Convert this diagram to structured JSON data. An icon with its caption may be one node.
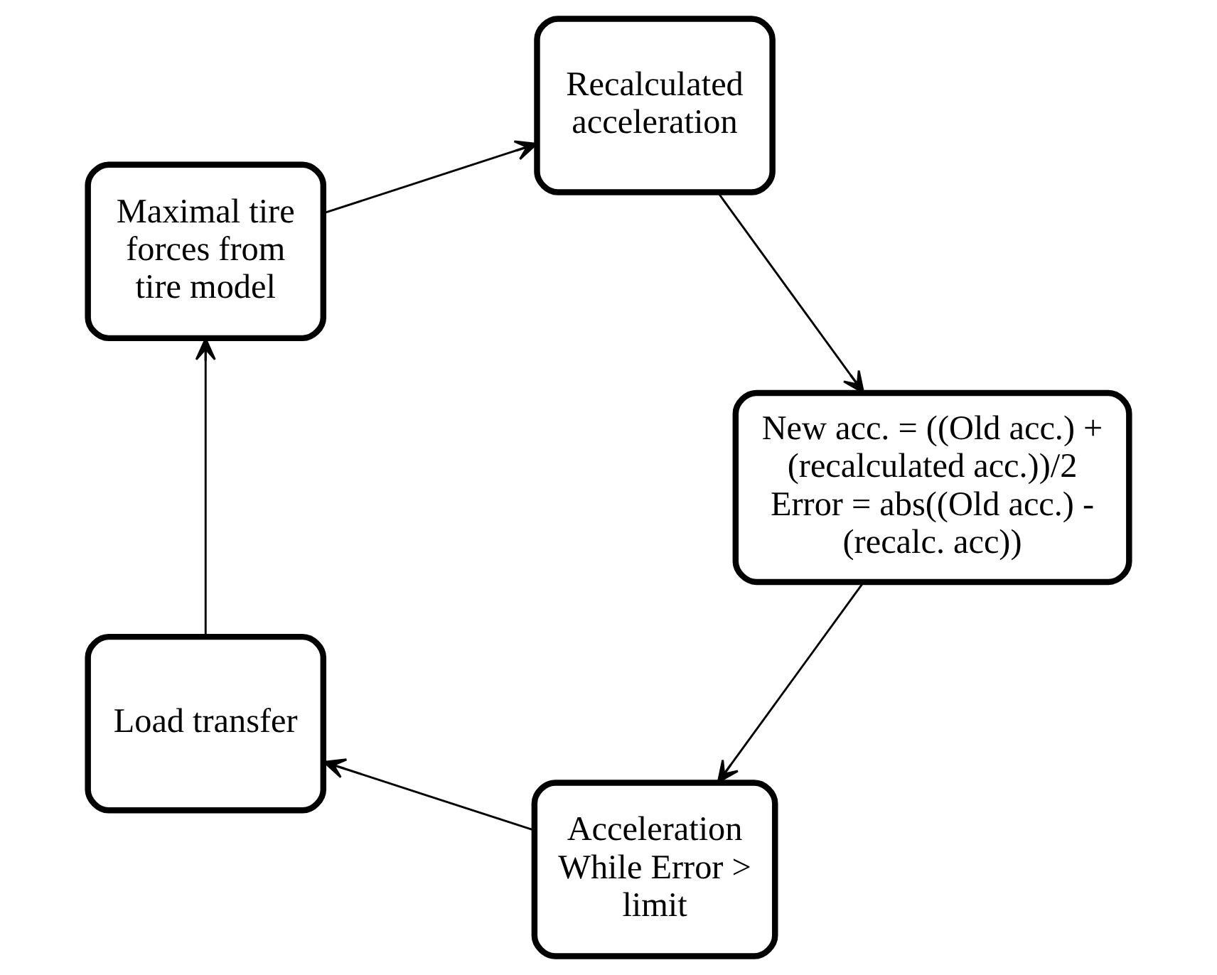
{
  "diagram": {
    "nodes": [
      {
        "text": [
          "Acceleration",
          "While Error > limit"
        ]
      },
      {
        "text": [
          "Load transfer"
        ]
      },
      {
        "text": [
          "Maximal tire forces from tire model"
        ]
      },
      {
        "text": [
          "Recalculated acceleration"
        ]
      },
      {
        "text": [
          "New acc. = ((Old acc.) + (recalculated acc.))/2",
          "Error = abs((Old acc.) - (recalc. acc))"
        ]
      }
    ],
    "edges": [
      {
        "from": 0,
        "to": 1,
        "arrow": "to"
      },
      {
        "from": 1,
        "to": 2,
        "arrow": "to"
      },
      {
        "from": 2,
        "to": 3,
        "arrow": "to"
      },
      {
        "from": 3,
        "to": 4,
        "arrow": "to"
      },
      {
        "from": 4,
        "to": 0,
        "arrow": "to"
      }
    ]
  }
}
